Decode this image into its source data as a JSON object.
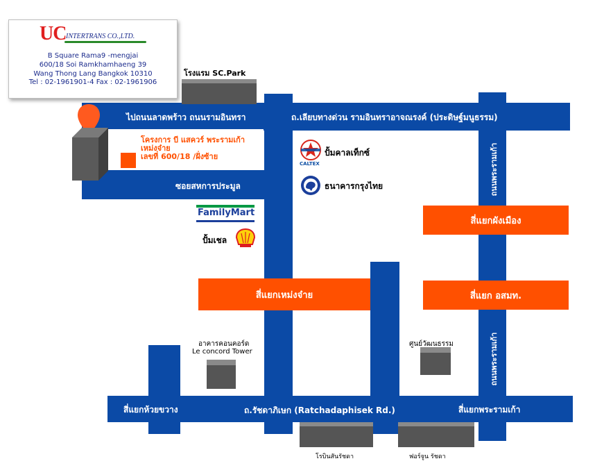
{
  "company": {
    "logo_main": "UC",
    "logo_sub": "INTERTRANS CO.,LTD.",
    "address_line1": "B Square Rama9 -mengjai",
    "address_line2": "600/18 Soi Ramkhamhaeng 39",
    "address_line3": "Wang Thong Lang Bangkok 10310",
    "contact_line": "Tel : 02-1961901-4  Fax : 02-1961906"
  },
  "project": {
    "line1": "โครงการ บี แสควร์ พระรามเก้า",
    "line2": "เหม่งจ๋าย",
    "line3": "เลขที่ 600/18 /ฝั่งซ้าย"
  },
  "roads": {
    "top_left": "ไปถนนลาดพร้าว ถนนรามอินทรา",
    "top_right": "ถ.เลียบทางด่วน รามอินทราอาจณรงค์ (ประดิษฐ์มนูธรรม)",
    "soi": "ซอยสหการประมูล",
    "bottom_middle": "ถ.รัชดาภิเษก (Ratchadaphisek Rd.)",
    "right_upper_vertical": "ถนนพระรามเก้า",
    "right_lower_vertical": "ถนนพระรามเก้า"
  },
  "junctions": {
    "phang_mueang": "สี่แยกผังเมือง",
    "meng_jai": "สี่แยกเหม่งจ๋าย",
    "osmt": "สี่แยก อสมท.",
    "huai_khwang": "สี่แยกห้วยขวาง",
    "rama9": "สี่แยกพระรามเก้า"
  },
  "landmarks": {
    "sc_park": "โรงแรม SC.Park",
    "caltex_brand": "CALTEX",
    "caltex_label": "ปั้มคาลเท็กซ์",
    "ktb_label": "ธนาคารกรุงไทย",
    "familymart": "FamilyMart",
    "shell_label": "ปั้มเชล",
    "le_concord_th": "อาคารคอนคอร์ด",
    "le_concord_en": "Le concord Tower",
    "cultural_center": "ศูนย์วัฒนธรรม",
    "robinson": "โรบินสันรัชดา",
    "fortune": "ฟอร์จูน รัชดา"
  },
  "colors": {
    "road": "#0b4aa6",
    "junction": "#ff5000",
    "building": "#555555",
    "marker": "#ff5a1f"
  }
}
